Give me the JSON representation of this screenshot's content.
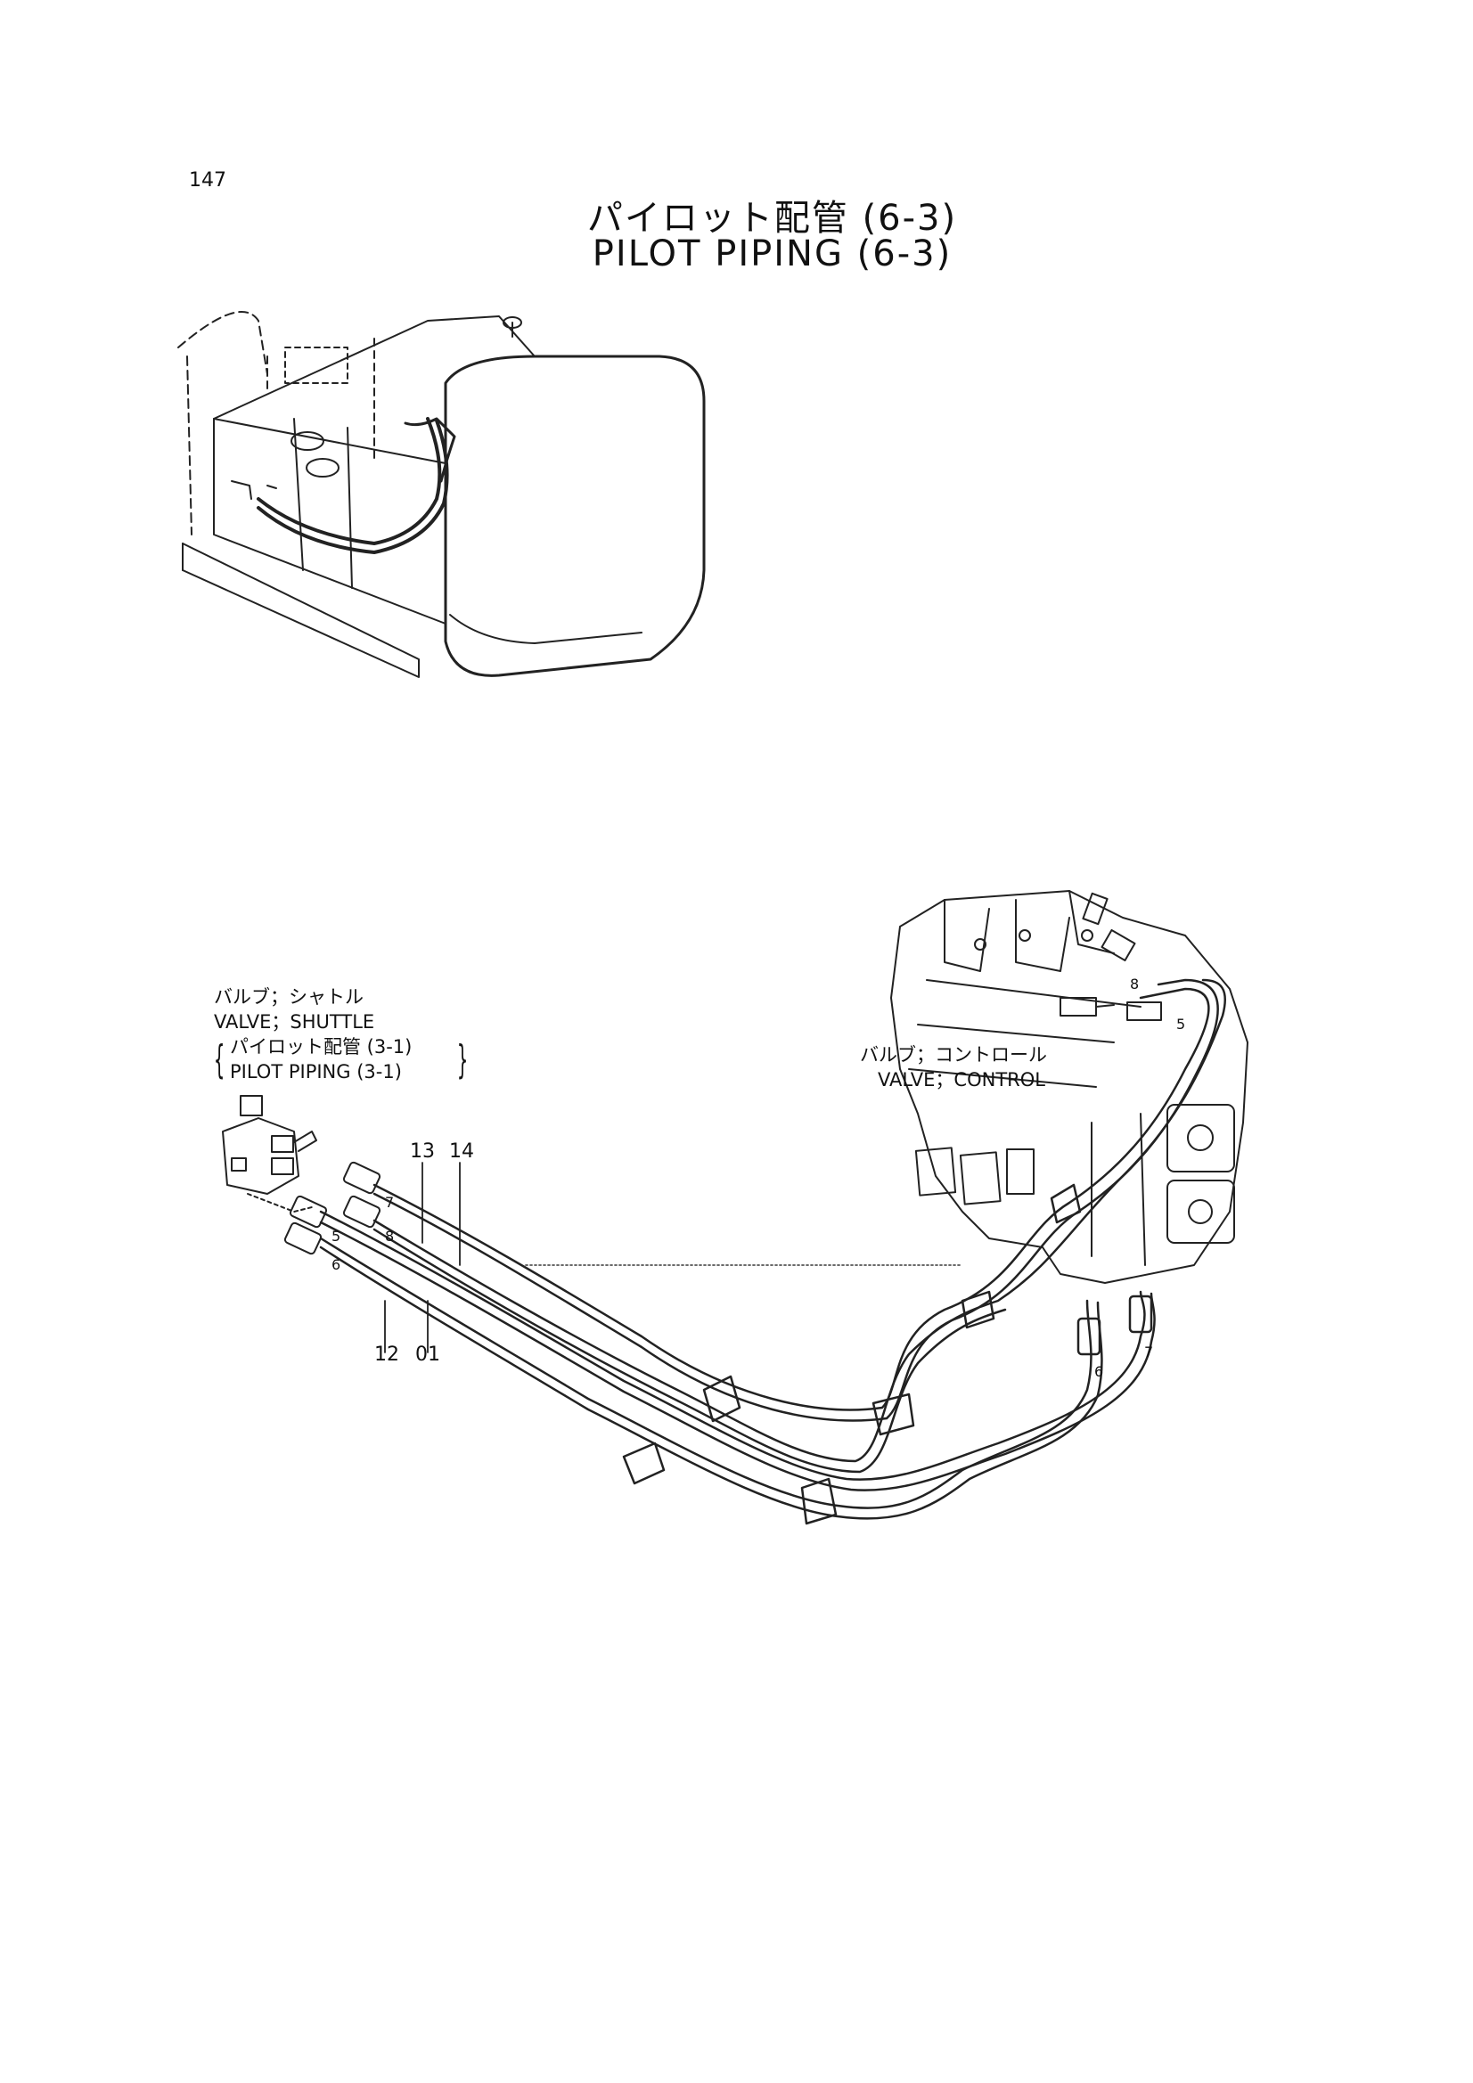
{
  "page": {
    "number": "147",
    "title_jp": "パイロット配管 (6-3)",
    "title_en": "PILOT PIPING (6-3)"
  },
  "labels": {
    "shuttle_valve_jp": "バルブ；シャトル",
    "shuttle_valve_en": "VALVE；SHUTTLE",
    "ref_piping_jp": "パイロット配管 (3-1)",
    "ref_piping_en": "PILOT PIPING (3-1)",
    "control_valve_jp": "バルブ；コントロール",
    "control_valve_en": "VALVE；CONTROL"
  },
  "part_numbers": {
    "p13": "13",
    "p14": "14",
    "p12": "12",
    "p01": "01"
  },
  "port_numbers": {
    "left_7": "7",
    "left_8": "8",
    "left_5": "5",
    "left_6": "6",
    "right_8": "8",
    "right_5": "5",
    "right_6": "6",
    "right_7": "7"
  }
}
